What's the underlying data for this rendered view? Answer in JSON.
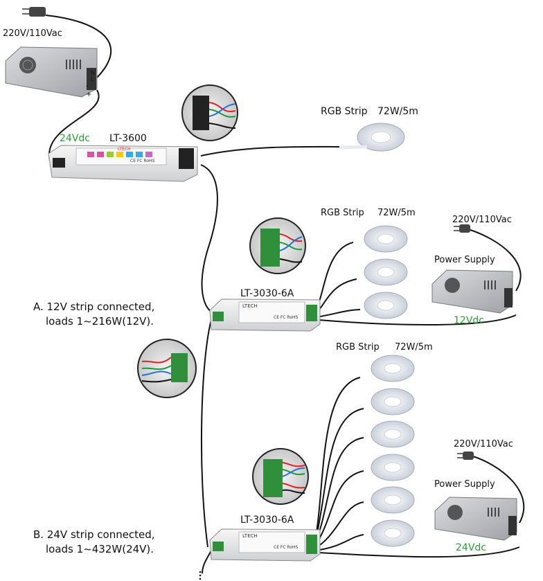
{
  "top": {
    "psu_voltage": "220V/110Vac",
    "dc_voltage": "24Vdc",
    "controller": "LT-3600",
    "strip": {
      "label": "RGB Strip",
      "power": "72W/5m"
    }
  },
  "amp_a": {
    "model": "LT-3030-6A",
    "strip": {
      "label": "RGB Strip",
      "power": "72W/5m"
    },
    "psu_voltage": "220V/110Vac",
    "psu_label": "Power Supply",
    "dc_voltage": "12Vdc",
    "note": {
      "line1": "A. 12V strip connected,",
      "line2": "loads 1~216W(12V)."
    }
  },
  "amp_b": {
    "model": "LT-3030-6A",
    "strip": {
      "label": "RGB Strip",
      "power": "72W/5m"
    },
    "psu_voltage": "220V/110Vac",
    "psu_label": "Power Supply",
    "dc_voltage": "24Vdc",
    "note": {
      "line1": "B. 24V strip connected,",
      "line2": "loads 1~432W(24V)."
    }
  },
  "device_text": {
    "brand": "LTECH",
    "cert": "CE FC RoHS",
    "psu_terminals": [
      "N",
      "L",
      "-",
      "+"
    ]
  },
  "colors": {
    "accent_green": "#2e9b3a",
    "wire": "#111111",
    "wire_red": "#d22",
    "wire_green": "#1a9a3a",
    "wire_blue": "#2a6fd6",
    "terminal_green": "#2f8f3a"
  }
}
